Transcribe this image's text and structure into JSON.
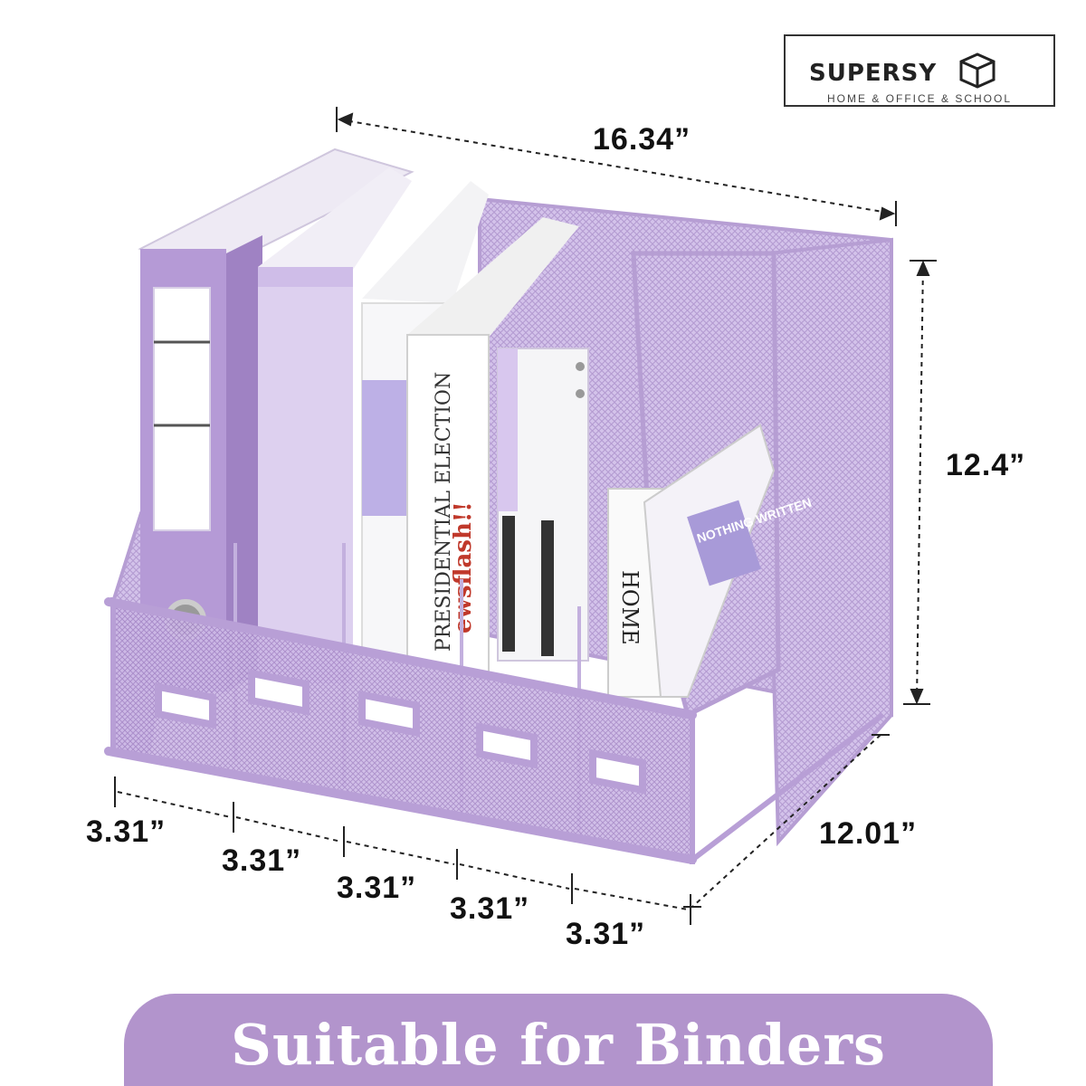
{
  "brand": {
    "name": "SUPERSY",
    "tagline": "HOME & OFFICE & SCHOOL"
  },
  "dimensions": {
    "width": "16.34”",
    "height": "12.4”",
    "depth": "12.01”",
    "slots": [
      "3.31”",
      "3.31”",
      "3.31”",
      "3.31”",
      "3.31”"
    ]
  },
  "books": {
    "newspaper_line1": "PRESIDENTIAL ELECTION",
    "newspaper_line2": "ewsflash!!",
    "cover_text": "NOTHING WRITTEN",
    "spine_text": "HOME"
  },
  "banner": {
    "text": "Suitable for Binders"
  },
  "colors": {
    "lavender": "#c9b4e4",
    "lavender_dark": "#a98cc9",
    "banner": "#b294cc"
  }
}
